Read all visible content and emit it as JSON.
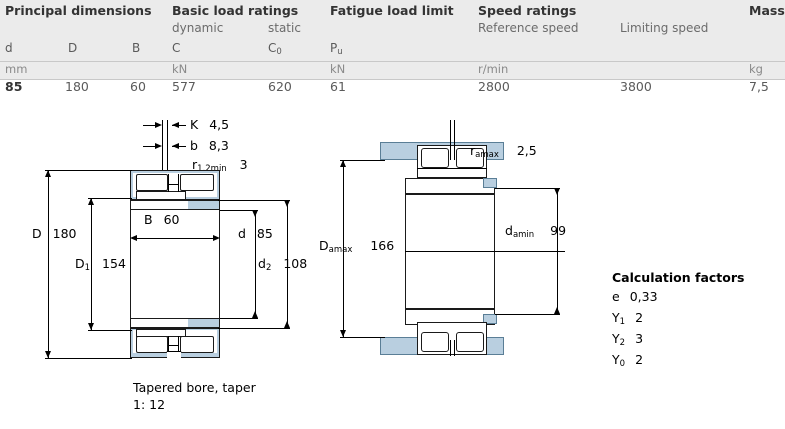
{
  "table": {
    "groups": [
      {
        "label": "Principal dimensions"
      },
      {
        "label": "Basic load ratings"
      },
      {
        "label": "Fatigue load limit"
      },
      {
        "label": "Speed ratings"
      },
      {
        "label": "Mass"
      }
    ],
    "subheads": {
      "dynamic": "dynamic",
      "static": "static",
      "reference_speed": "Reference speed",
      "limiting_speed": "Limiting speed"
    },
    "symbols": {
      "d": "d",
      "D": "D",
      "B": "B",
      "C": "C",
      "C0_base": "C",
      "C0_sub": "0",
      "Pu_base": "P",
      "Pu_sub": "u"
    },
    "units": {
      "mm": "mm",
      "kN": "kN",
      "kN2": "kN",
      "rmin": "r/min",
      "kg": "kg"
    },
    "values": {
      "d": "85",
      "D": "180",
      "B": "60",
      "C": "577",
      "C0": "620",
      "Pu": "61",
      "reference_speed": "2800",
      "limiting_speed": "3800",
      "mass": "7,5"
    }
  },
  "left_drawing": {
    "K": {
      "symbol": "K",
      "value": "4,5"
    },
    "b": {
      "symbol": "b",
      "value": "8,3"
    },
    "r12min": {
      "base": "r",
      "sub": "1,2min",
      "value": "3"
    },
    "D": {
      "symbol": "D",
      "value": "180"
    },
    "D1": {
      "base": "D",
      "sub": "1",
      "value": "154"
    },
    "B": {
      "symbol": "B",
      "value": "60"
    },
    "d": {
      "symbol": "d",
      "value": "85"
    },
    "d2": {
      "base": "d",
      "sub": "2",
      "value": "108"
    },
    "caption_line1": "Tapered bore, taper",
    "caption_line2": "1: 12"
  },
  "right_drawing": {
    "ramax": {
      "base": "r",
      "sub": "amax",
      "value": "2,5"
    },
    "Damax": {
      "base": "D",
      "sub": "amax",
      "value": "166"
    },
    "damin": {
      "base": "d",
      "sub": "amin",
      "value": "99"
    }
  },
  "calculation_factors": {
    "title": "Calculation factors",
    "rows": [
      {
        "base": "e",
        "sub": "",
        "value": "0,33"
      },
      {
        "base": "Y",
        "sub": "1",
        "value": "2"
      },
      {
        "base": "Y",
        "sub": "2",
        "value": "3"
      },
      {
        "base": "Y",
        "sub": "0",
        "value": "2"
      }
    ]
  },
  "colors": {
    "steel": "#b9cfe0",
    "header_bg": "#ebebeb",
    "rule": "#c8c8c8",
    "text": "#5a5a5a",
    "line": "#000000"
  }
}
